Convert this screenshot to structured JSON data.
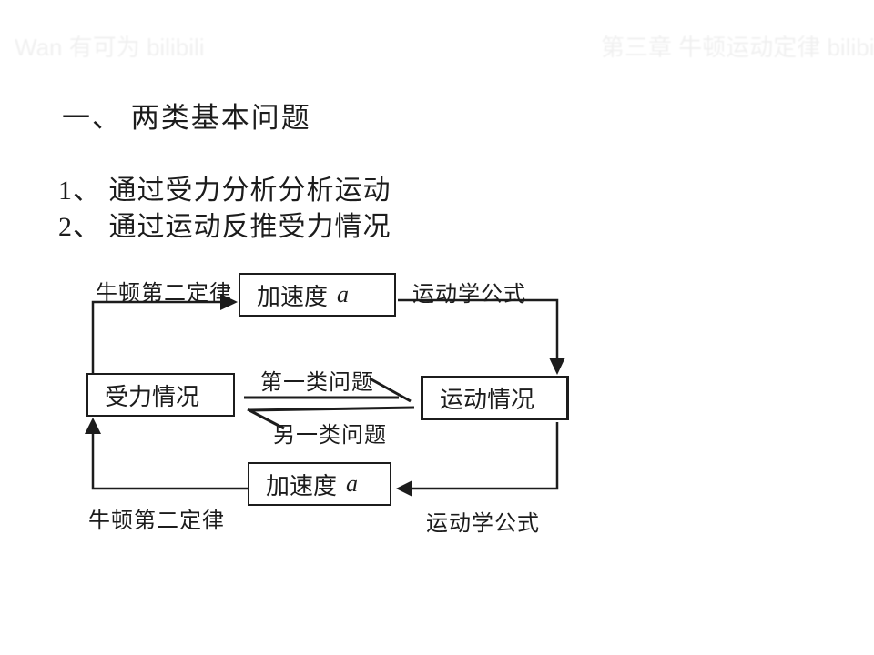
{
  "page": {
    "background": "#ffffff",
    "ink_color": "#1c1c1c"
  },
  "watermarks": {
    "left": "Wan 有可为 bilibili",
    "right": "第三章 牛顿运动定律 bilibili"
  },
  "slide": {
    "title": "一、 两类基本问题",
    "items": [
      "1、 通过受力分析分析运动",
      "2、 通过运动反推受力情况"
    ]
  },
  "diagram": {
    "boxes": {
      "accel_top": {
        "label": "加速度",
        "symbol": "a"
      },
      "force": {
        "label": "受力情况"
      },
      "motion": {
        "label": "运动情况"
      },
      "accel_bottom": {
        "label": "加速度",
        "symbol": "a"
      }
    },
    "edge_labels": {
      "newton_top": "牛顿第二定律",
      "kinematics_top": "运动学公式",
      "first_type": "第一类问题",
      "other_type": "另一类问题",
      "newton_bottom": "牛顿第二定律",
      "kinematics_bottom": "运动学公式"
    }
  }
}
